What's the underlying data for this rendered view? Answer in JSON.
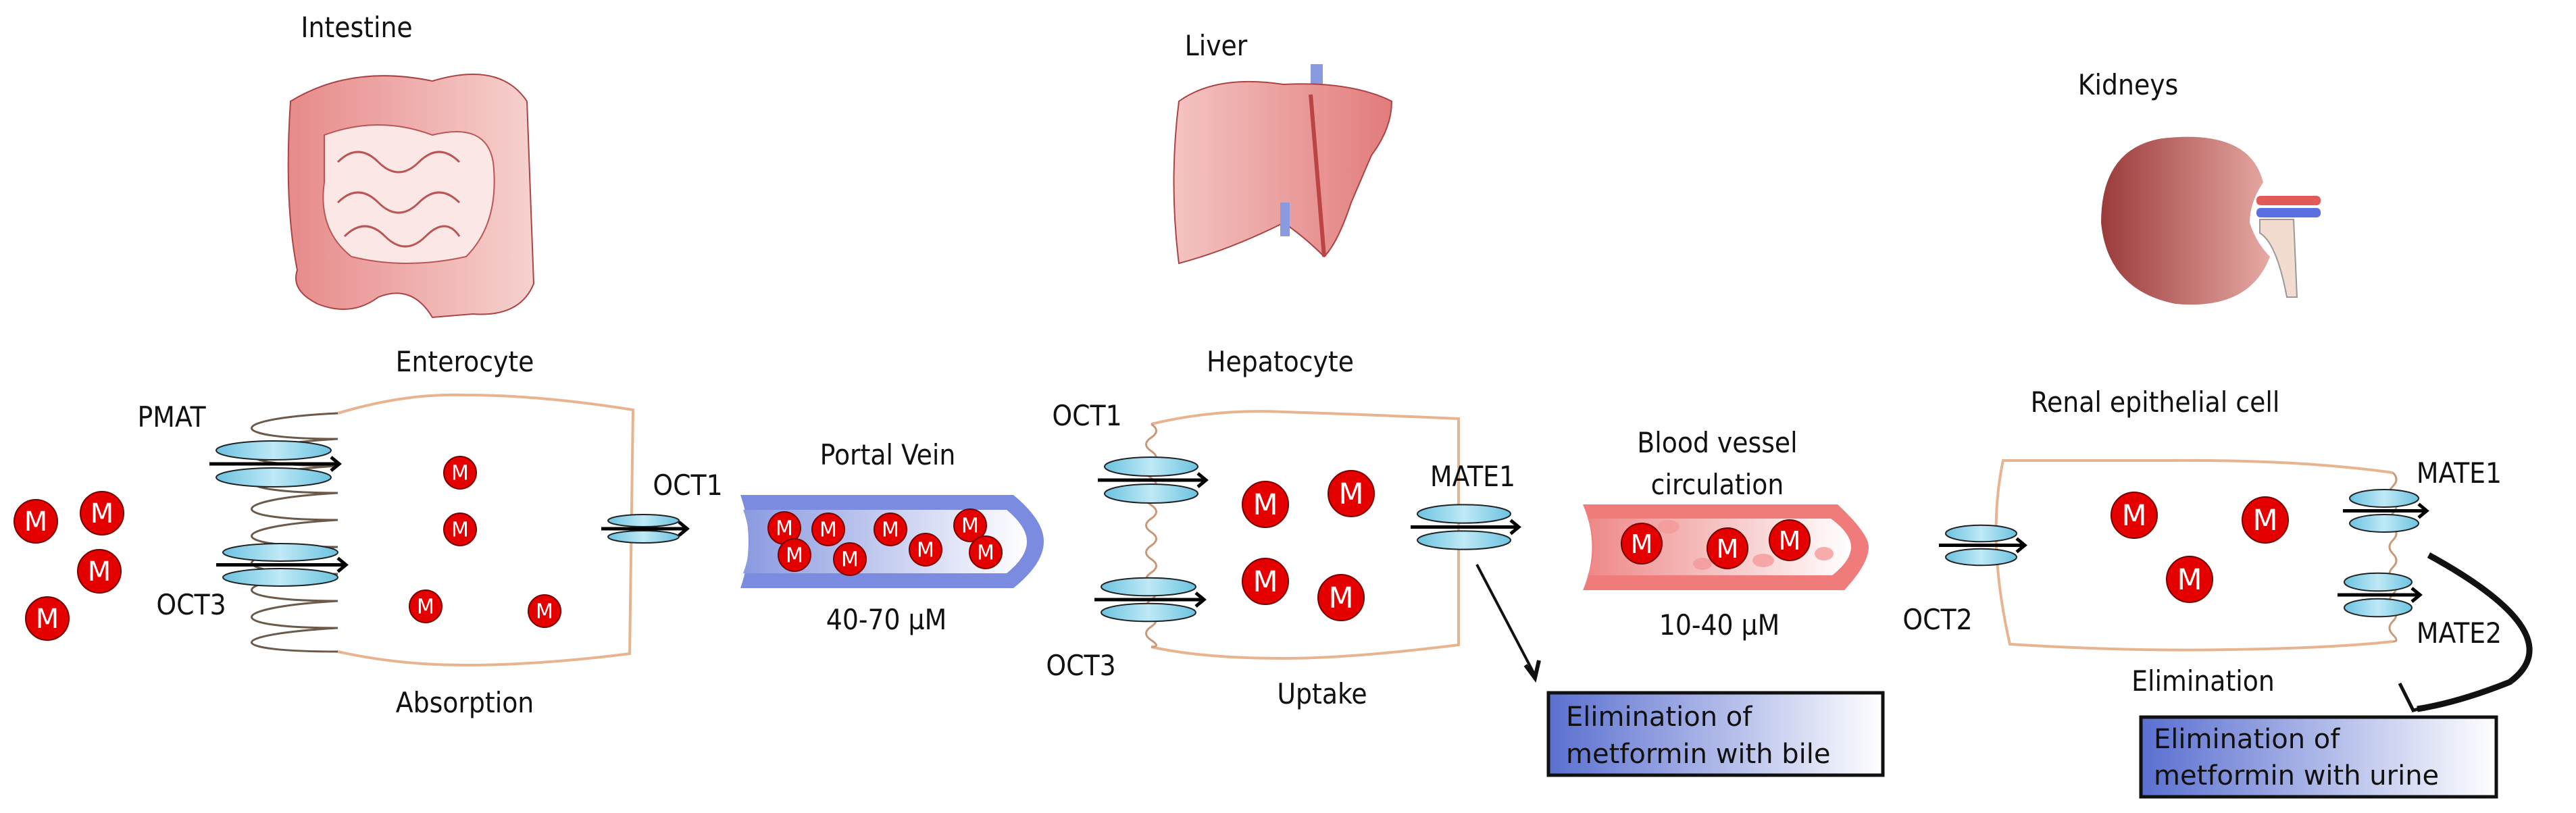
{
  "organs": {
    "intestine": "Intestine",
    "liver": "Liver",
    "kidneys": "Kidneys"
  },
  "cells": {
    "enterocyte": "Enterocyte",
    "hepatocyte": "Hepatocyte",
    "renal": "Renal epithelial cell"
  },
  "vessels": {
    "portal_vein": "Portal Vein",
    "portal_conc": "40-70 µM",
    "blood_line1": "Blood vessel",
    "blood_line2": "circulation",
    "blood_conc": "10-40 µM"
  },
  "transporters": {
    "pmat": "PMAT",
    "oct3_intestine": "OCT3",
    "oct1_intestine": "OCT1",
    "oct1_liver": "OCT1",
    "oct3_liver": "OCT3",
    "mate1_liver": "MATE1",
    "oct2": "OCT2",
    "mate1_kidney": "MATE1",
    "mate2": "MATE2"
  },
  "processes": {
    "absorption": "Absorption",
    "uptake": "Uptake",
    "elimination": "Elimination"
  },
  "outcomes": {
    "bile_line1": "Elimination of",
    "bile_line2": "metformin with bile",
    "urine_line1": "Elimination of",
    "urine_line2": "metformin with urine"
  },
  "molecule_label": "M",
  "colors": {
    "molecule": "#e50000",
    "transporter": "#8fd3ea",
    "membrane": "#e8b48f",
    "portal_vein": "#7b8ce0",
    "blood_vessel": "#ef7b7b",
    "outcome_box": "#5a6fd0"
  }
}
